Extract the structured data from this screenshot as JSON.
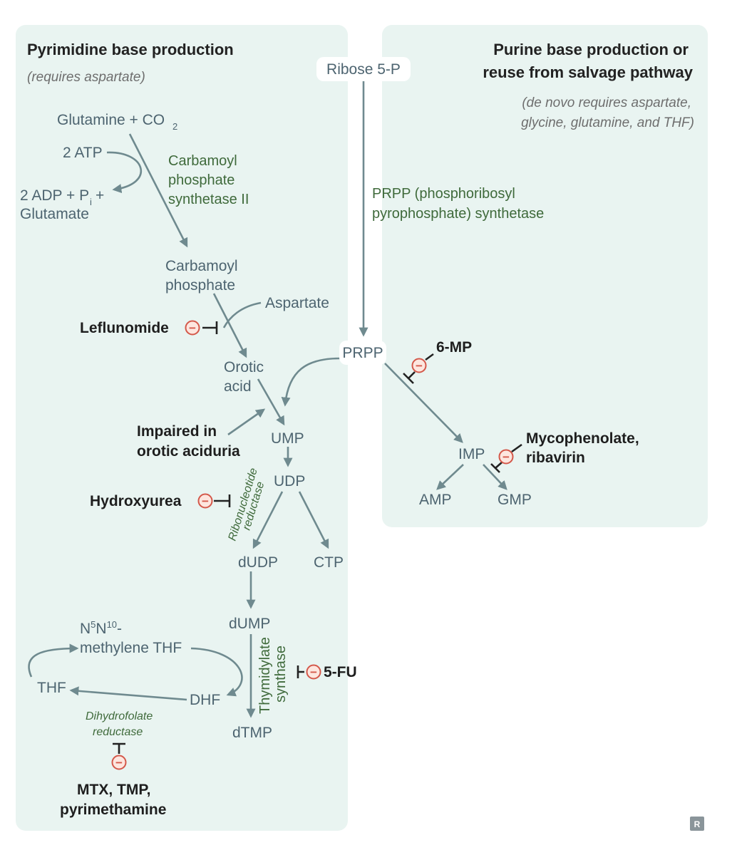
{
  "pyrimidine": {
    "title": "Pyrimidine base production",
    "note": "(requires aspartate)",
    "glutamine_co2": "Glutamine + CO",
    "co2_sub": "2",
    "two_atp": "2 ATP",
    "adp_line1": "2 ADP + P",
    "adp_sub": "i",
    "adp_plus": "+",
    "adp_line2": "Glutamate",
    "enzyme_cps2": [
      "Carbamoyl",
      "phosphate",
      "synthetase II"
    ],
    "carbamoyl_phosphate": [
      "Carbamoyl",
      "phosphate"
    ],
    "aspartate": "Aspartate",
    "orotic_acid": [
      "Orotic",
      "acid"
    ],
    "impaired": [
      "Impaired in",
      "orotic aciduria"
    ],
    "ump": "UMP",
    "udp": "UDP",
    "enzyme_rnr": [
      "Ribonucleotide",
      "reductase"
    ],
    "dudp": "dUDP",
    "ctp": "CTP",
    "dump": "dUMP",
    "enzyme_ts": [
      "Thymidylate",
      "synthase"
    ],
    "dtmp": "dTMP",
    "n5n10_n": "N",
    "n5n10_5": "5",
    "n5n10_n2": "N",
    "n5n10_10": "10",
    "n5n10_dash": "-",
    "methylene_thf": "methylene THF",
    "thf": "THF",
    "dhf": "DHF",
    "enzyme_dhfr": [
      "Dihydrofolate",
      "reductase"
    ]
  },
  "purine": {
    "title": [
      "Purine base production or",
      "reuse from salvage pathway"
    ],
    "note": [
      "(de novo requires aspartate,",
      "glycine, glutamine, and THF)"
    ],
    "imp": "IMP",
    "amp": "AMP",
    "gmp": "GMP"
  },
  "center": {
    "ribose": "Ribose 5-P",
    "enzyme_prpp": [
      "PRPP (phosphoribosyl",
      "pyrophosphate) synthetase"
    ],
    "prpp": "PRPP"
  },
  "drugs": {
    "leflunomide": "Leflunomide",
    "hydroxyurea": "Hydroxyurea",
    "five_fu": "5-FU",
    "mtx": [
      "MTX, TMP,",
      "pyrimethamine"
    ],
    "six_mp": "6-MP",
    "mycophenolate": [
      "Mycophenolate,",
      "ribavirin"
    ]
  },
  "inhibitor_symbol": "−",
  "logo": "R",
  "colors": {
    "panel": "#e9f4f1",
    "flow": "#6f8a8f",
    "molecule_text": "#4d6470",
    "enzyme_text": "#3f6a3b",
    "inhibitor": "#d4584a"
  }
}
